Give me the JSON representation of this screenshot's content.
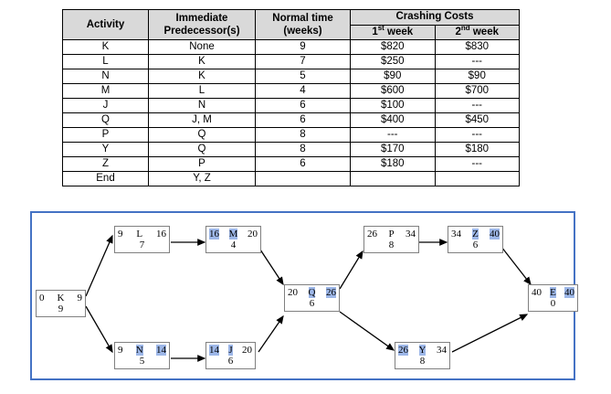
{
  "table": {
    "headers": {
      "activity": "Activity",
      "predecessor_line1": "Immediate",
      "predecessor_line2": "Predecessor(s)",
      "normal_time_line1": "Normal time",
      "normal_time_line2": "(weeks)",
      "crashing_costs": "Crashing Costs",
      "week1_num": "1",
      "week1_sup": "st",
      "week1_word": " week",
      "week2_num": "2",
      "week2_sup": "nd",
      "week2_word": " week"
    },
    "rows": [
      {
        "activity": "K",
        "predecessor": "None",
        "normal_time": "9",
        "cost1": "$820",
        "cost2": "$830"
      },
      {
        "activity": "L",
        "predecessor": "K",
        "normal_time": "7",
        "cost1": "$250",
        "cost2": "---"
      },
      {
        "activity": "N",
        "predecessor": "K",
        "normal_time": "5",
        "cost1": "$90",
        "cost2": "$90"
      },
      {
        "activity": "M",
        "predecessor": "L",
        "normal_time": "4",
        "cost1": "$600",
        "cost2": "$700"
      },
      {
        "activity": "J",
        "predecessor": "N",
        "normal_time": "6",
        "cost1": "$100",
        "cost2": "---"
      },
      {
        "activity": "Q",
        "predecessor": "J, M",
        "normal_time": "6",
        "cost1": "$400",
        "cost2": "$450"
      },
      {
        "activity": "P",
        "predecessor": "Q",
        "normal_time": "8",
        "cost1": "---",
        "cost2": "---"
      },
      {
        "activity": "Y",
        "predecessor": "Q",
        "normal_time": "8",
        "cost1": "$170",
        "cost2": "$180"
      },
      {
        "activity": "Z",
        "predecessor": "P",
        "normal_time": "6",
        "cost1": "$180",
        "cost2": "---"
      },
      {
        "activity": "End",
        "predecessor": "Y, Z",
        "normal_time": "",
        "cost1": "",
        "cost2": ""
      }
    ]
  },
  "diagram": {
    "border_color": "#4472c4",
    "highlight_color": "#9db7e8",
    "nodes": [
      {
        "id": "K",
        "early_start": "0",
        "label": "K",
        "early_finish": "9",
        "duration": "9",
        "highlight": "none"
      },
      {
        "id": "L",
        "early_start": "9",
        "label": "L",
        "early_finish": "16",
        "duration": "7",
        "highlight": "none"
      },
      {
        "id": "M",
        "early_start": "16",
        "label": "M",
        "early_finish": "20",
        "duration": "4",
        "highlight": "left"
      },
      {
        "id": "N",
        "early_start": "9",
        "label": "N",
        "early_finish": "14",
        "duration": "5",
        "highlight": "right"
      },
      {
        "id": "J",
        "early_start": "14",
        "label": "J",
        "early_finish": "20",
        "duration": "6",
        "highlight": "left"
      },
      {
        "id": "Q",
        "early_start": "20",
        "label": "Q",
        "early_finish": "26",
        "duration": "6",
        "highlight": "right"
      },
      {
        "id": "P",
        "early_start": "26",
        "label": "P",
        "early_finish": "34",
        "duration": "8",
        "highlight": "none"
      },
      {
        "id": "Z",
        "early_start": "34",
        "label": "Z",
        "early_finish": "40",
        "duration": "6",
        "highlight": "right"
      },
      {
        "id": "Y",
        "early_start": "26",
        "label": "Y",
        "early_finish": "34",
        "duration": "8",
        "highlight": "left"
      },
      {
        "id": "E",
        "early_start": "40",
        "label": "E",
        "early_finish": "40",
        "duration": "0",
        "highlight": "right"
      }
    ]
  }
}
